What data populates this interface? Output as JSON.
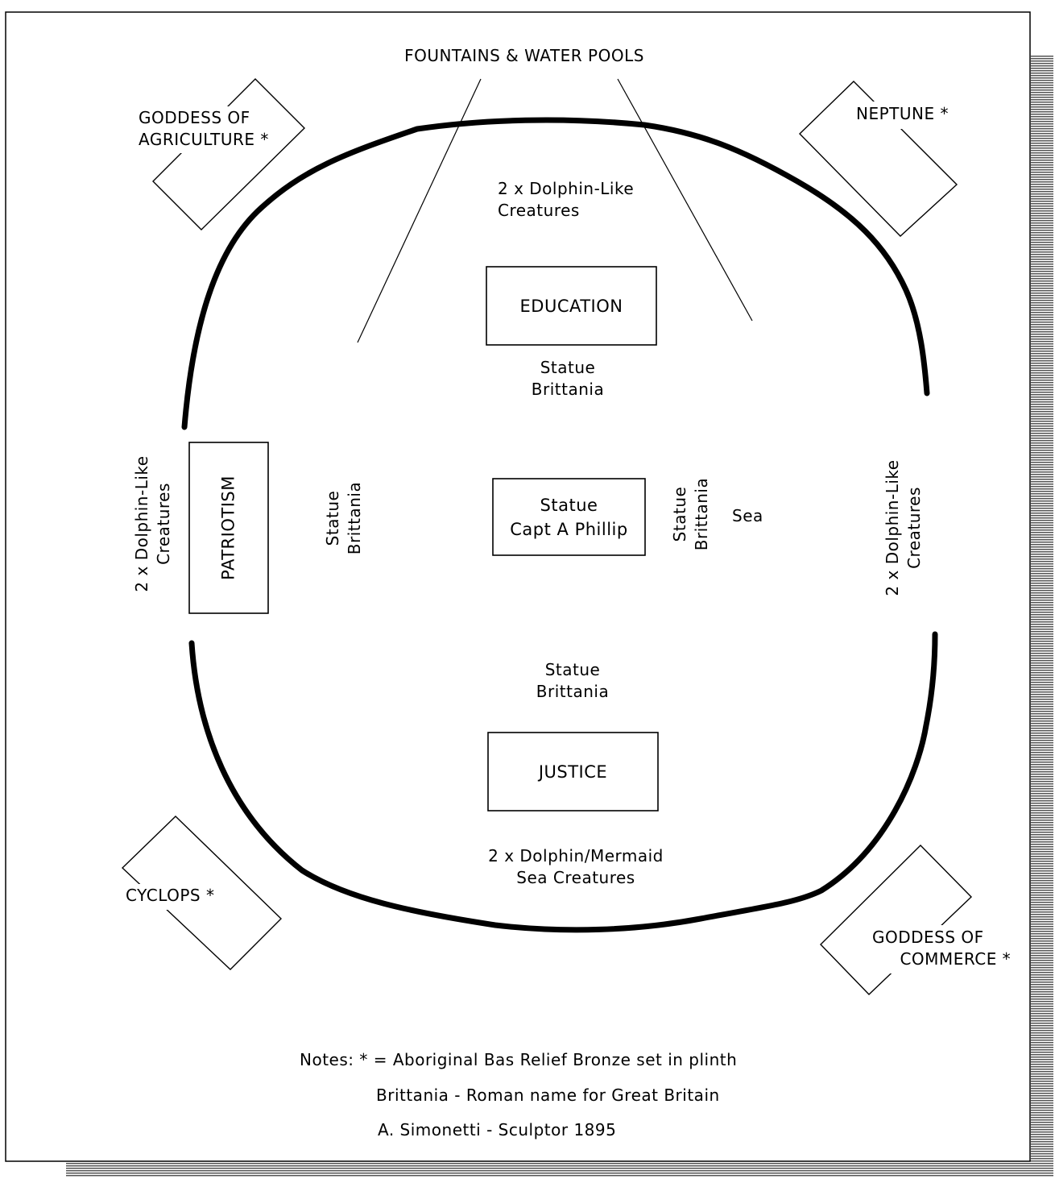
{
  "labels": {
    "fountains": "FOUNTAINS & WATER POOLS",
    "goddess_agriculture": [
      "GODDESS OF",
      "AGRICULTURE *"
    ],
    "neptune": "NEPTUNE *",
    "cyclops": "CYCLOPS *",
    "goddess_commerce": [
      "GODDESS OF",
      "COMMERCE *"
    ],
    "dolphins_top": [
      "2 x Dolphin-Like",
      "Creatures"
    ],
    "dolphins_left": [
      "2 x Dolphin-Like",
      "Creatures"
    ],
    "dolphins_right": [
      "2 x Dolphin-Like",
      "Creatures"
    ],
    "dolphins_bottom": [
      "2 x Dolphin/Mermaid",
      "Sea Creatures"
    ],
    "education": "EDUCATION",
    "justice": "JUSTICE",
    "patriotism": "PATRIOTISM",
    "center_statue": [
      "Statue",
      "Capt A Phillip"
    ],
    "statue_top": [
      "Statue",
      "Brittania"
    ],
    "statue_bottom": [
      "Statue",
      "Brittania"
    ],
    "statue_left": [
      "Statue",
      "Brittania"
    ],
    "statue_right": [
      "Statue",
      "Brittania"
    ],
    "sea": "Sea"
  },
  "notes": {
    "line1": "Notes:  * =  Aboriginal Bas Relief Bronze set in plinth",
    "line2": "Brittania - Roman name for Great Britain",
    "line3": "A. Simonetti - Sculptor  1895"
  }
}
